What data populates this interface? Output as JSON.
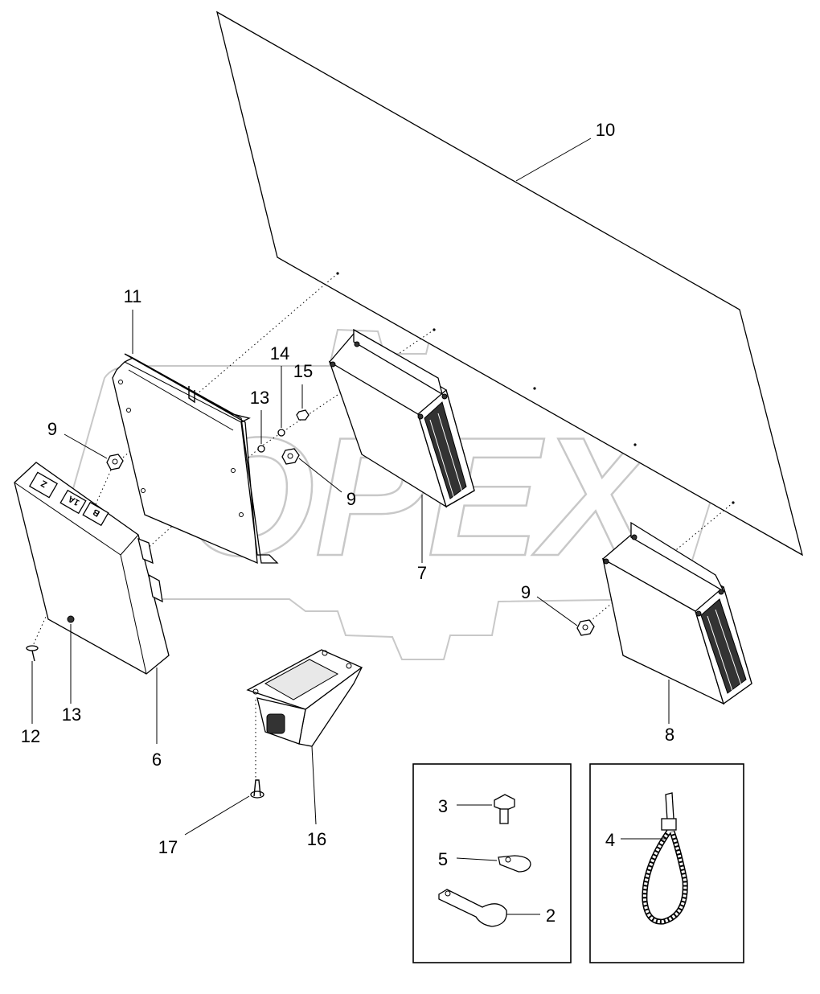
{
  "watermark": {
    "text": "OPEX",
    "color": "#c8c8c8"
  },
  "module_labels": [
    "Z",
    "1A",
    "B"
  ],
  "callouts": {
    "c10": "10",
    "c11": "11",
    "c14": "14",
    "c15": "15",
    "c13a": "13",
    "c9a": "9",
    "c9b": "9",
    "c9c": "9",
    "c7": "7",
    "c8": "8",
    "c6": "6",
    "c12": "12",
    "c13b": "13",
    "c16": "16",
    "c17": "17",
    "c3": "3",
    "c5": "5",
    "c2": "2",
    "c4": "4"
  }
}
